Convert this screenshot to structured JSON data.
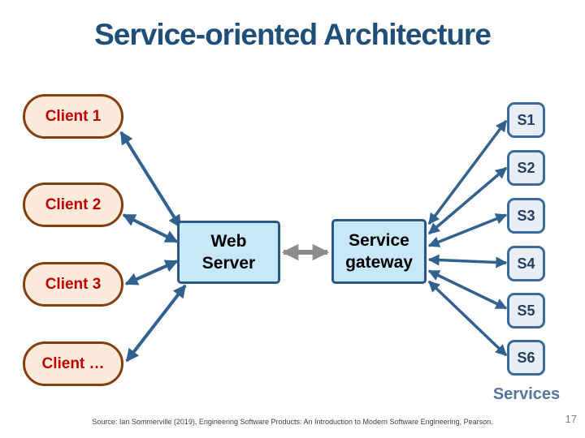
{
  "slide": {
    "title": "Service-oriented Architecture",
    "diagram": {
      "clients": [
        {
          "label": "Client 1"
        },
        {
          "label": "Client 2"
        },
        {
          "label": "Client 3"
        },
        {
          "label": "Client …"
        }
      ],
      "web_server": {
        "line1": "Web",
        "line2": "Server"
      },
      "service_gateway": {
        "line1": "Service",
        "line2": "gateway"
      },
      "services": [
        {
          "label": "S1"
        },
        {
          "label": "S2"
        },
        {
          "label": "S3"
        },
        {
          "label": "S4"
        },
        {
          "label": "S5"
        },
        {
          "label": "S6"
        }
      ],
      "services_caption": "Services"
    },
    "footer": {
      "source": "Source: Ian Sommerville (2019), Engineering Software Products: An Introduction to Modern Software Engineering, Pearson.",
      "page_number": "17"
    },
    "colors": {
      "title": "#1F4E79",
      "client_fill": "#FCEBDB",
      "client_border": "#843F0F",
      "client_text": "#C00000",
      "server_fill": "#C7E8F8",
      "server_border": "#2A5784",
      "service_fill": "#E8EDF6",
      "service_border": "#3A6A99",
      "service_text": "#243F60",
      "connector_blue": "#31618F",
      "connector_gray": "#8C8C8C",
      "services_caption": "#54779E",
      "source_text": "#3F3F3F",
      "page_number": "#808080"
    }
  }
}
